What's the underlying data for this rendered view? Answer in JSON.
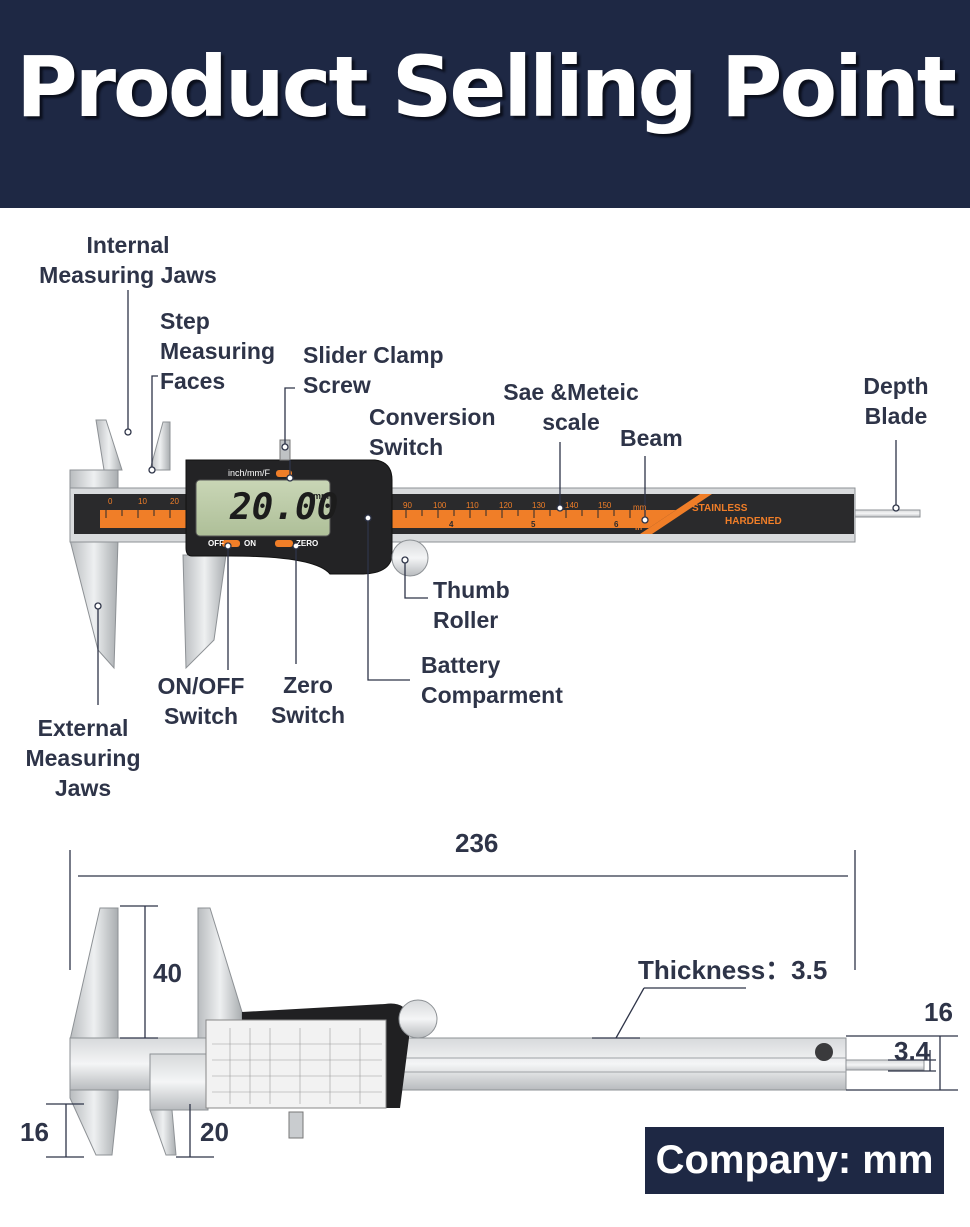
{
  "banner": {
    "title": "Product Selling Point"
  },
  "parts": {
    "internal_jaws": [
      "Internal",
      "Measuring Jaws"
    ],
    "step_faces": [
      "Step",
      "Measuring",
      "Faces"
    ],
    "slider_clamp": [
      "Slider Clamp",
      "Screw"
    ],
    "conversion_switch": [
      "Conversion",
      "Switch"
    ],
    "scale": [
      "Sae &Meteic",
      "scale"
    ],
    "beam": "Beam",
    "depth_blade": [
      "Depth",
      "Blade"
    ],
    "thumb_roller": [
      "Thumb",
      "Roller"
    ],
    "battery": [
      "Battery",
      "Comparment"
    ],
    "zero_switch": [
      "Zero",
      "Switch"
    ],
    "onoff_switch": [
      "ON/OFF",
      "Switch"
    ],
    "external_jaws": [
      "External",
      "Measuring",
      "Jaws"
    ]
  },
  "device": {
    "reading": "20.00",
    "unit": "mm",
    "mode_button": "inch/mm/F",
    "off_label": "OFF",
    "on_label": "ON",
    "zero_label": "ZERO",
    "stainless": "STAINLESS",
    "hardened": "HARDENED",
    "scale_top": [
      "0",
      "10",
      "20",
      "90",
      "100",
      "110",
      "120",
      "130",
      "140",
      "150",
      "mm"
    ],
    "scale_bottom": [
      "4",
      "5",
      "6",
      "in"
    ]
  },
  "dimensions": {
    "length": "236",
    "jaw_depth": "40",
    "thickness": "Thickness：3.5",
    "beam_width": "16",
    "blade_width": "3.4",
    "left_jaw": "16",
    "right_jaw": "20"
  },
  "company": "Company: mm",
  "colors": {
    "banner": "#1e2844",
    "accent": "#f07e28",
    "text": "#2e3448"
  }
}
